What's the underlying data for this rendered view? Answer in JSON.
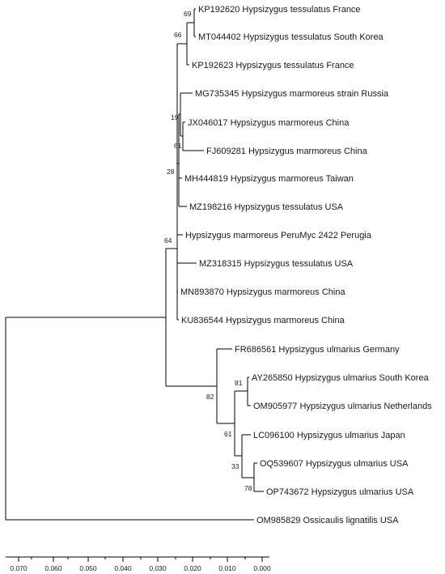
{
  "tree": {
    "leaves": [
      {
        "id": "L1",
        "label": "KP192620 Hypsizygus tessulatus France"
      },
      {
        "id": "L2",
        "label": "MT044402 Hypsizygus tessulatus South Korea"
      },
      {
        "id": "L3",
        "label": "KP192623 Hypsizygus tessulatus France"
      },
      {
        "id": "L4",
        "label": "MG735345 Hypsizygus marmoreus strain Russia"
      },
      {
        "id": "L5",
        "label": "JX046017 Hypsizygus marmoreus China"
      },
      {
        "id": "L6",
        "label": "FJ609281 Hypsizygus marmoreus China"
      },
      {
        "id": "L7",
        "label": "MH444819 Hypsizygus marmoreus Taiwan"
      },
      {
        "id": "L8",
        "label": "MZ198216 Hypsizygus tessulatus USA"
      },
      {
        "id": "L9",
        "label": "Hypsizygus marmoreus PeruMyc 2422 Perugia"
      },
      {
        "id": "L10",
        "label": "MZ318315 Hypsizygus tessulatus USA"
      },
      {
        "id": "L11",
        "label": "MN893870 Hypsizygus marmoreus China"
      },
      {
        "id": "L12",
        "label": "KU836544 Hypsizygus marmoreus China"
      },
      {
        "id": "L13",
        "label": "FR686561 Hypsizygus ulmarius Germany"
      },
      {
        "id": "L14",
        "label": "AY265850 Hypsizygus ulmarius South Korea"
      },
      {
        "id": "L15",
        "label": "OM905977 Hypsizygus ulmarius Netherlands"
      },
      {
        "id": "L16",
        "label": "LC096100 Hypsizygus ulmarius Japan"
      },
      {
        "id": "L17",
        "label": "OQ539607 Hypsizygus ulmarius USA"
      },
      {
        "id": "L18",
        "label": "OP743672 Hypsizygus ulmarius USA"
      },
      {
        "id": "L19",
        "label": "OM985829 Ossicaulis lignatilis USA"
      }
    ],
    "bootstrap_values": [
      "69",
      "66",
      "19",
      "61",
      "28",
      "64",
      "81",
      "82",
      "61",
      "33",
      "78"
    ]
  },
  "scale_axis": {
    "ticks": [
      "0.070",
      "0.060",
      "0.050",
      "0.040",
      "0.030",
      "0.020",
      "0.010",
      "0.000"
    ]
  }
}
